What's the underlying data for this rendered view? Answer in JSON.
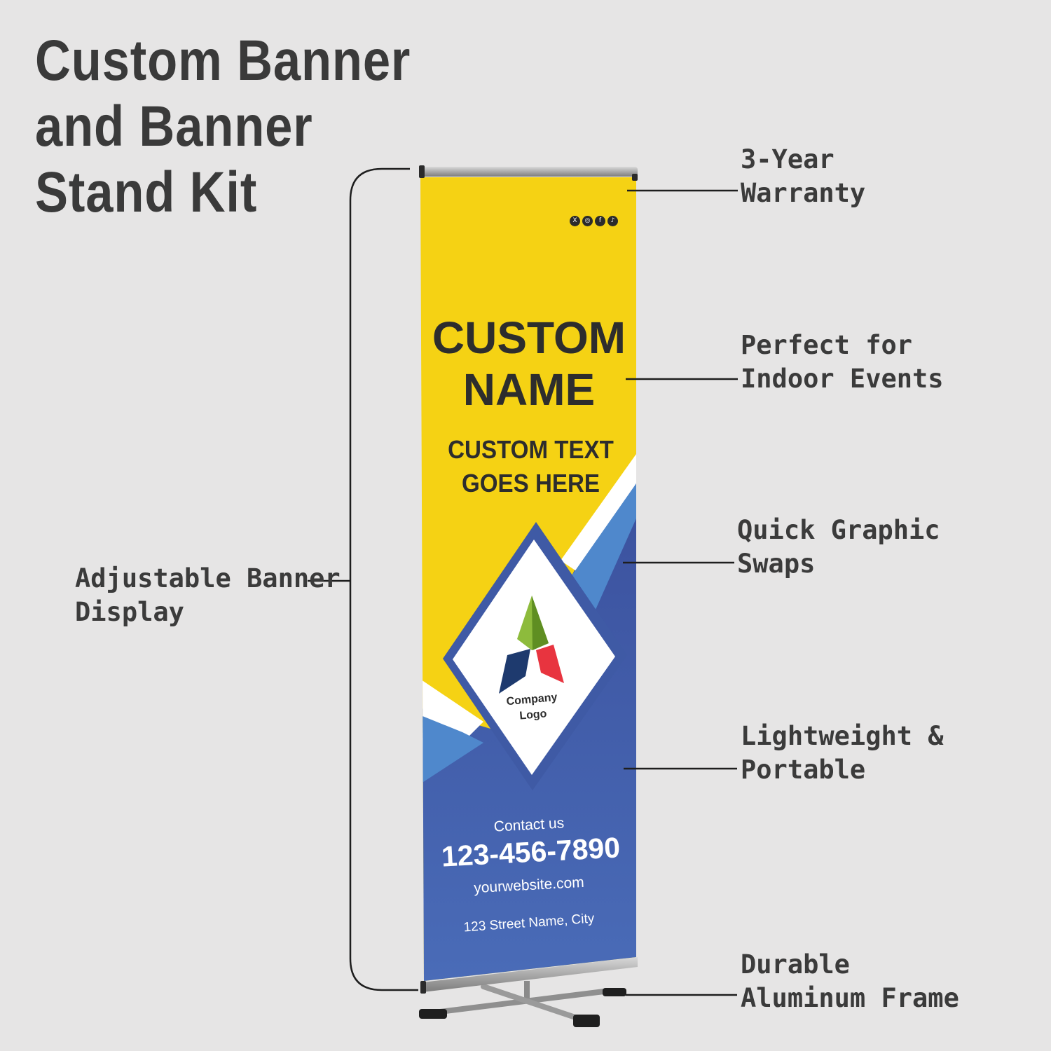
{
  "title": {
    "line1": "Custom Banner",
    "line2": "and Banner",
    "line3": "Stand Kit"
  },
  "features": {
    "warranty": {
      "line1": "3-Year",
      "line2": "Warranty"
    },
    "indoor": {
      "line1": "Perfect for",
      "line2": "Indoor Events"
    },
    "swaps": {
      "line1": "Quick Graphic",
      "line2": "Swaps"
    },
    "portable": {
      "line1": "Lightweight &",
      "line2": "Portable"
    },
    "frame": {
      "line1": "Durable",
      "line2": "Aluminum Frame"
    },
    "adjustable": {
      "line1": "Adjustable Banner",
      "line2": "Display"
    }
  },
  "banner": {
    "name_line1": "CUSTOM",
    "name_line2": "NAME",
    "text_line1": "CUSTOM TEXT",
    "text_line2": "GOES HERE",
    "logo_line1": "Company",
    "logo_line2": "Logo",
    "contact": "Contact us",
    "phone": "123-456-7890",
    "website": "yourwebsite.com",
    "address": "123 Street Name, City",
    "social_icons": [
      "x-icon",
      "instagram-icon",
      "facebook-icon",
      "tiktok-icon"
    ]
  },
  "colors": {
    "background": "#e6e5e5",
    "banner_yellow": "#f5d214",
    "banner_blue": "#3f5aa5",
    "banner_blue_light": "#4a7bc4",
    "text_dark": "#3b3b3b"
  }
}
